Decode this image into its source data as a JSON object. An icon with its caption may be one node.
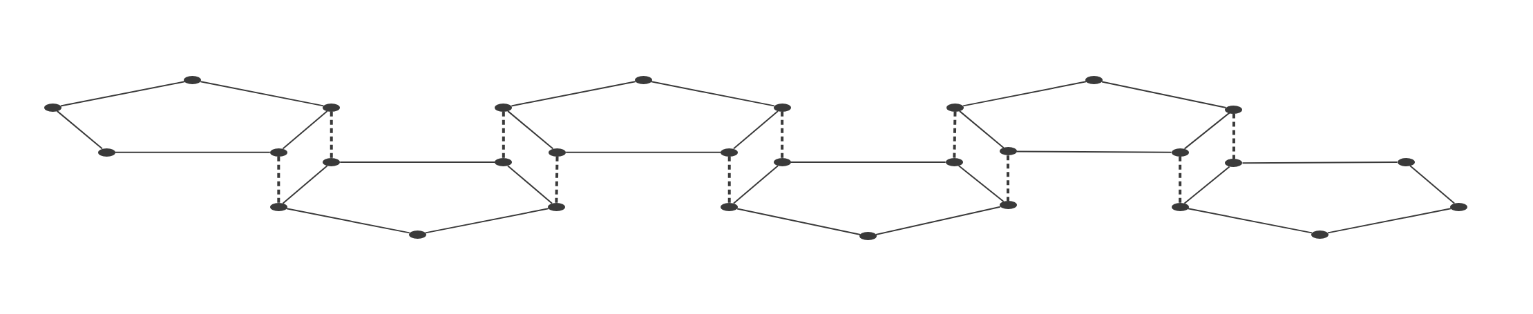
{
  "diagram": {
    "nodes": [
      {
        "text": [],
        "shape": "ellipse"
      },
      {
        "text": [],
        "shape": "ellipse"
      },
      {
        "text": [],
        "shape": "ellipse"
      },
      {
        "text": [],
        "shape": "ellipse"
      },
      {
        "text": [],
        "shape": "ellipse"
      },
      {
        "text": [],
        "shape": "ellipse"
      },
      {
        "text": [],
        "shape": "ellipse"
      },
      {
        "text": [],
        "shape": "ellipse"
      },
      {
        "text": [],
        "shape": "ellipse"
      },
      {
        "text": [],
        "shape": "ellipse"
      },
      {
        "text": [],
        "shape": "ellipse"
      },
      {
        "text": [],
        "shape": "ellipse"
      },
      {
        "text": [],
        "shape": "ellipse"
      },
      {
        "text": [],
        "shape": "ellipse"
      },
      {
        "text": [],
        "shape": "ellipse"
      },
      {
        "text": [],
        "shape": "ellipse"
      },
      {
        "text": [],
        "shape": "ellipse"
      },
      {
        "text": [],
        "shape": "ellipse"
      },
      {
        "text": [],
        "shape": "ellipse"
      },
      {
        "text": [],
        "shape": "ellipse"
      },
      {
        "text": [],
        "shape": "ellipse"
      },
      {
        "text": [],
        "shape": "ellipse"
      },
      {
        "text": [],
        "shape": "ellipse"
      },
      {
        "text": [],
        "shape": "ellipse"
      },
      {
        "text": [],
        "shape": "ellipse"
      },
      {
        "text": [],
        "shape": "ellipse"
      },
      {
        "text": [],
        "shape": "ellipse"
      },
      {
        "text": [],
        "shape": "ellipse"
      },
      {
        "text": [],
        "shape": "ellipse"
      },
      {
        "text": [],
        "shape": "ellipse"
      }
    ],
    "edges": [
      {
        "from": 0,
        "to": 1,
        "arrow": "none"
      },
      {
        "from": 1,
        "to": 2,
        "arrow": "none"
      },
      {
        "from": 2,
        "to": 3,
        "arrow": "none"
      },
      {
        "from": 3,
        "to": 4,
        "arrow": "none"
      },
      {
        "from": 4,
        "to": 0,
        "arrow": "none"
      },
      {
        "from": 5,
        "to": 6,
        "arrow": "none"
      },
      {
        "from": 6,
        "to": 7,
        "arrow": "none"
      },
      {
        "from": 7,
        "to": 8,
        "arrow": "none"
      },
      {
        "from": 8,
        "to": 9,
        "arrow": "none"
      },
      {
        "from": 9,
        "to": 5,
        "arrow": "none"
      },
      {
        "from": 2,
        "to": 5,
        "arrow": "none",
        "style": "dashed"
      },
      {
        "from": 3,
        "to": 9,
        "arrow": "none",
        "style": "dashed"
      },
      {
        "from": 10,
        "to": 11,
        "arrow": "none"
      },
      {
        "from": 11,
        "to": 12,
        "arrow": "none"
      },
      {
        "from": 12,
        "to": 13,
        "arrow": "none"
      },
      {
        "from": 13,
        "to": 14,
        "arrow": "none"
      },
      {
        "from": 14,
        "to": 10,
        "arrow": "none"
      },
      {
        "from": 10,
        "to": 6,
        "arrow": "none",
        "style": "dashed"
      },
      {
        "from": 14,
        "to": 7,
        "arrow": "none",
        "style": "dashed"
      },
      {
        "from": 15,
        "to": 16,
        "arrow": "none"
      },
      {
        "from": 16,
        "to": 17,
        "arrow": "none"
      },
      {
        "from": 17,
        "to": 18,
        "arrow": "none"
      },
      {
        "from": 18,
        "to": 19,
        "arrow": "none"
      },
      {
        "from": 19,
        "to": 15,
        "arrow": "none"
      },
      {
        "from": 12,
        "to": 15,
        "arrow": "none",
        "style": "dashed"
      },
      {
        "from": 13,
        "to": 19,
        "arrow": "none",
        "style": "dashed"
      },
      {
        "from": 20,
        "to": 21,
        "arrow": "none"
      },
      {
        "from": 21,
        "to": 22,
        "arrow": "none"
      },
      {
        "from": 22,
        "to": 23,
        "arrow": "none"
      },
      {
        "from": 23,
        "to": 24,
        "arrow": "none"
      },
      {
        "from": 24,
        "to": 20,
        "arrow": "none"
      },
      {
        "from": 20,
        "to": 16,
        "arrow": "none",
        "style": "dashed"
      },
      {
        "from": 24,
        "to": 17,
        "arrow": "none",
        "style": "dashed"
      },
      {
        "from": 25,
        "to": 26,
        "arrow": "none"
      },
      {
        "from": 26,
        "to": 27,
        "arrow": "none"
      },
      {
        "from": 27,
        "to": 28,
        "arrow": "none"
      },
      {
        "from": 28,
        "to": 29,
        "arrow": "none"
      },
      {
        "from": 29,
        "to": 25,
        "arrow": "none"
      },
      {
        "from": 22,
        "to": 25,
        "arrow": "none",
        "style": "dashed"
      },
      {
        "from": 23,
        "to": 29,
        "arrow": "none",
        "style": "dashed"
      }
    ]
  }
}
